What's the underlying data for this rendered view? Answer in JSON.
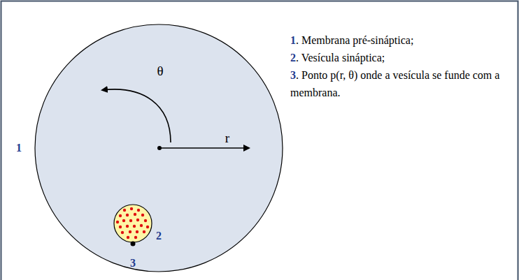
{
  "diagram": {
    "labels": [
      "1",
      "2",
      "3",
      "θ",
      "r",
      "1",
      ". Membrana pré-sináptica;",
      "2",
      ". Vesícula sináptica;",
      "3",
      ". Ponto p(r, θ) onde a vesícula se funde com a membrana."
    ]
  }
}
